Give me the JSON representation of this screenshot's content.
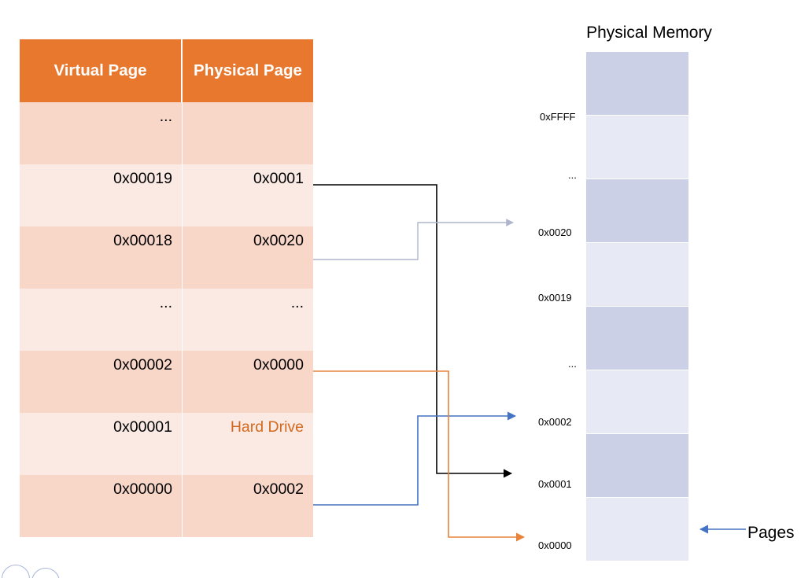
{
  "page_table": {
    "headers": {
      "virtual": "Virtual Page",
      "physical": "Physical Page"
    },
    "rows": [
      {
        "virtual": "...",
        "physical": ""
      },
      {
        "virtual": "0x00019",
        "physical": "0x0001"
      },
      {
        "virtual": "0x00018",
        "physical": "0x0020"
      },
      {
        "virtual": "...",
        "physical": "..."
      },
      {
        "virtual": "0x00002",
        "physical": "0x0000"
      },
      {
        "virtual": "0x00001",
        "physical": "Hard Drive"
      },
      {
        "virtual": "0x00000",
        "physical": "0x0002"
      }
    ]
  },
  "physical_memory": {
    "title": "Physical Memory",
    "labels": [
      "0xFFFF",
      "...",
      "0x0020",
      "0x0019",
      "...",
      "0x0002",
      "0x0001",
      "0x0000"
    ]
  },
  "legend": {
    "pages_label": "Pages"
  },
  "colors": {
    "header_orange": "#E8782E",
    "band_dark": "#F8D6C8",
    "band_light": "#FBEAE4",
    "memory_dark": "#CBD0E7",
    "memory_light": "#E7EAF4",
    "wire_black": "#000000",
    "wire_gray": "#AFB6CC",
    "wire_blue": "#4472C4",
    "wire_orange": "#E8843C",
    "hard_drive_text": "#D2691E"
  }
}
